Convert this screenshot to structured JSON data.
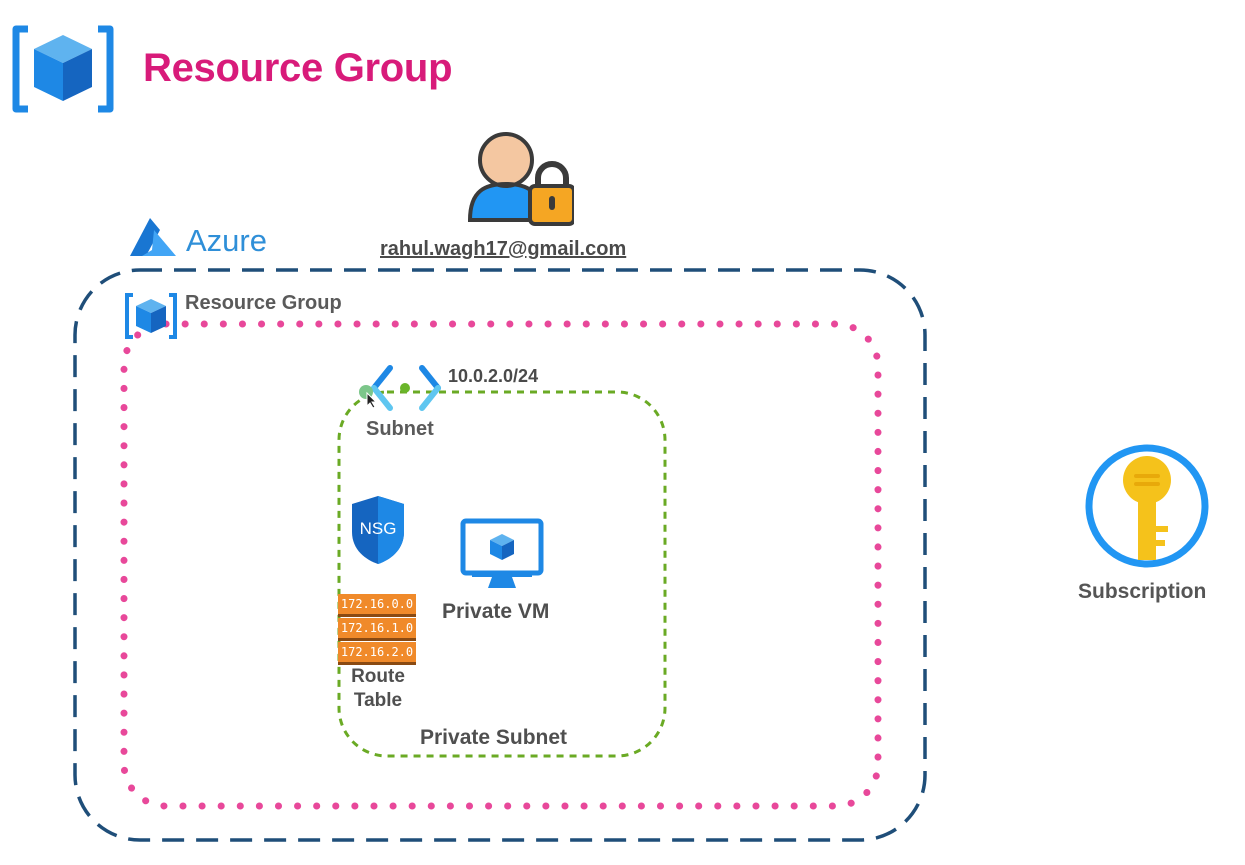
{
  "header": {
    "title": "Resource Group"
  },
  "user": {
    "email": "rahul.wagh17@gmail.com"
  },
  "azure": {
    "label": "Azure"
  },
  "resource_group": {
    "label": "Resource Group"
  },
  "subnet": {
    "cidr": "10.0.2.0/24",
    "label": "Subnet"
  },
  "nsg": {
    "label": "NSG"
  },
  "route_table": {
    "routes": [
      "172.16.0.0",
      "172.16.1.0",
      "172.16.2.0"
    ],
    "label": "Route Table"
  },
  "vm": {
    "label": "Private VM"
  },
  "private_subnet": {
    "label": "Private Subnet"
  },
  "subscription": {
    "label": "Subscription"
  },
  "colors": {
    "title": "#d81b7a",
    "azure_dashed_border": "#1f4e79",
    "resource_group_dotted_border": "#e8489a",
    "subnet_dashed_border": "#6aaa24",
    "azure_blue": "#1e88e5",
    "route_orange": "#f08a2a"
  }
}
